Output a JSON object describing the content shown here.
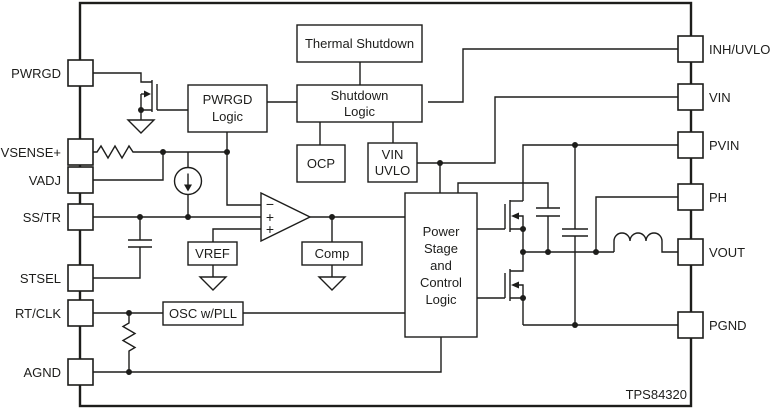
{
  "part_label": "TPS84320",
  "colors": {
    "line": "#1d1d1b",
    "background": "#ffffff"
  },
  "pins": {
    "left": [
      "PWRGD",
      "VSENSE+",
      "VADJ",
      "SS/TR",
      "STSEL",
      "RT/CLK",
      "AGND"
    ],
    "right": [
      "INH/UVLO",
      "VIN",
      "PVIN",
      "PH",
      "VOUT",
      "PGND"
    ]
  },
  "blocks": {
    "thermal_shutdown": {
      "label": "Thermal Shutdown"
    },
    "shutdown_logic": {
      "line1": "Shutdown",
      "line2": "Logic"
    },
    "pwrgd_logic": {
      "line1": "PWRGD",
      "line2": "Logic"
    },
    "ocp": {
      "label": "OCP"
    },
    "vin_uvlo": {
      "line1": "VIN",
      "line2": "UVLO"
    },
    "vref": {
      "label": "VREF"
    },
    "comp": {
      "label": "Comp"
    },
    "osc": {
      "label": "OSC w/PLL"
    },
    "power_stage": {
      "line1": "Power",
      "line2": "Stage",
      "line3": "and",
      "line4": "Control",
      "line5": "Logic"
    }
  },
  "error_amp": {
    "minus": "−",
    "plus_top": "+",
    "plus_bottom": "+"
  }
}
